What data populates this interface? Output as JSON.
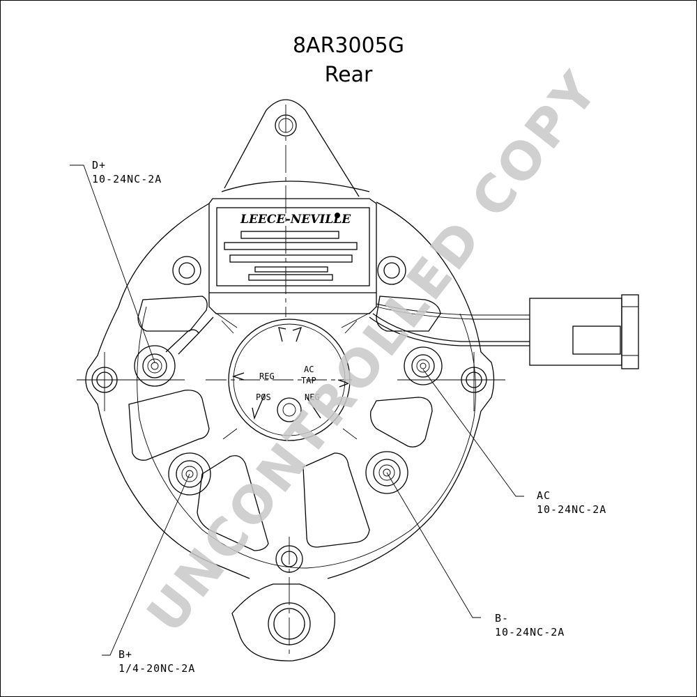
{
  "title": {
    "part_number": "8AR3005G",
    "view": "Rear"
  },
  "brand_label": "LEECE-NEVILLE",
  "callouts": {
    "d_plus": {
      "name": "D+",
      "spec": "10-24NC-2A"
    },
    "ac": {
      "name": "AC",
      "spec": "10-24NC-2A"
    },
    "b_minus": {
      "name": "B-",
      "spec": "10-24NC-2A"
    },
    "b_plus": {
      "name": "B+",
      "spec": "1/4-20NC-2A"
    }
  },
  "housing_labels": {
    "reg": "REG",
    "ac": "AC",
    "tap": "TAP",
    "pos": "POS",
    "neg": "NEG"
  },
  "watermark": "UNCONTROLLED COPY"
}
